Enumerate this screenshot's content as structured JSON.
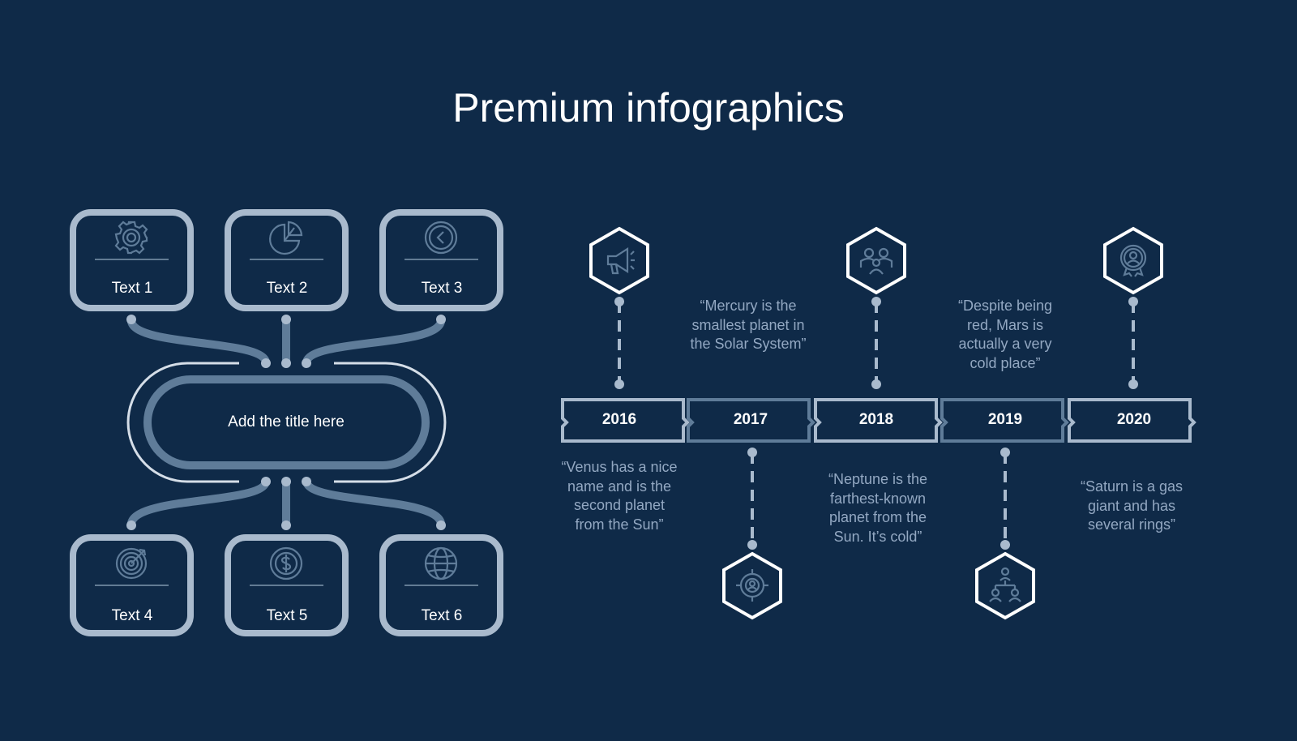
{
  "title": "Premium infographics",
  "mindmap": {
    "center_title": "Add the title here",
    "boxes": [
      {
        "label": "Text 1",
        "icon": "gear-icon"
      },
      {
        "label": "Text 2",
        "icon": "pie-chart-icon"
      },
      {
        "label": "Text 3",
        "icon": "clock-icon"
      },
      {
        "label": "Text 4",
        "icon": "target-icon"
      },
      {
        "label": "Text 5",
        "icon": "dollar-coin-icon"
      },
      {
        "label": "Text 6",
        "icon": "globe-icon"
      }
    ]
  },
  "timeline": [
    {
      "year": "2016",
      "quote": "“Venus has a nice name and is the second planet from the Sun”",
      "icon": "megaphone-icon"
    },
    {
      "year": "2017",
      "quote": "“Mercury is the smallest planet in the Solar System”",
      "icon": "target-user-icon"
    },
    {
      "year": "2018",
      "quote": "“Neptune is the farthest-known planet from the Sun. It’s cold”",
      "icon": "team-icon"
    },
    {
      "year": "2019",
      "quote": "“Despite being red, Mars is actually a very cold place”",
      "icon": "hierarchy-icon"
    },
    {
      "year": "2020",
      "quote": "“Saturn is a gas giant and has several rings”",
      "icon": "award-user-icon"
    }
  ],
  "colors": {
    "background": "#0f2a48",
    "light": "#a9bacd",
    "mid": "#5f7c99",
    "text_muted": "#93a8c2",
    "white": "#ffffff"
  }
}
